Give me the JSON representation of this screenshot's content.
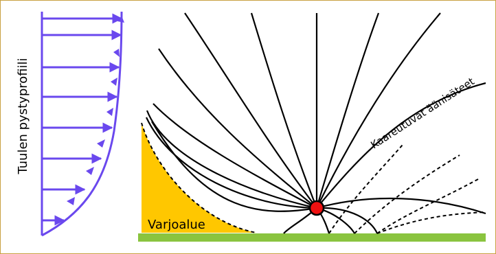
{
  "texts": {
    "wind_profile_label": "Tuulen pystyprofiili",
    "curved_rays_label": "Kaareutuvat äänisäteet",
    "shadow_zone_label": "Varjoalue"
  },
  "colors": {
    "profile": "#6a48ee",
    "shadow_zone": "#ffc700",
    "ground": "#8ac43f",
    "source_fill": "#ee1111",
    "source_stroke": "#000000",
    "rays": "#000000",
    "frame_border": "#c8a040"
  }
}
